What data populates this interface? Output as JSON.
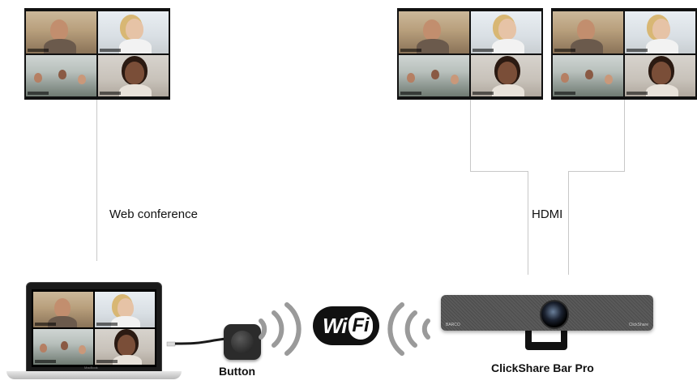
{
  "labels": {
    "web_conference": "Web conference",
    "hdmi": "HDMI",
    "button": "Button",
    "bar": "ClickShare Bar Pro"
  },
  "device_markings": {
    "laptop": "MacBook",
    "bar_left": "BARCO",
    "bar_right": "ClickShare"
  },
  "wifi_logo": {
    "left": "Wi",
    "right": "Fi"
  },
  "colors": {
    "line": "#c8c8c8",
    "device_dark": "#2b2b2b",
    "text": "#111111"
  },
  "icons": [
    "video-grid-screen",
    "laptop-icon",
    "usb-cable-icon",
    "clickshare-button-icon",
    "wireless-waves-icon",
    "wifi-logo-icon",
    "video-bar-icon"
  ]
}
